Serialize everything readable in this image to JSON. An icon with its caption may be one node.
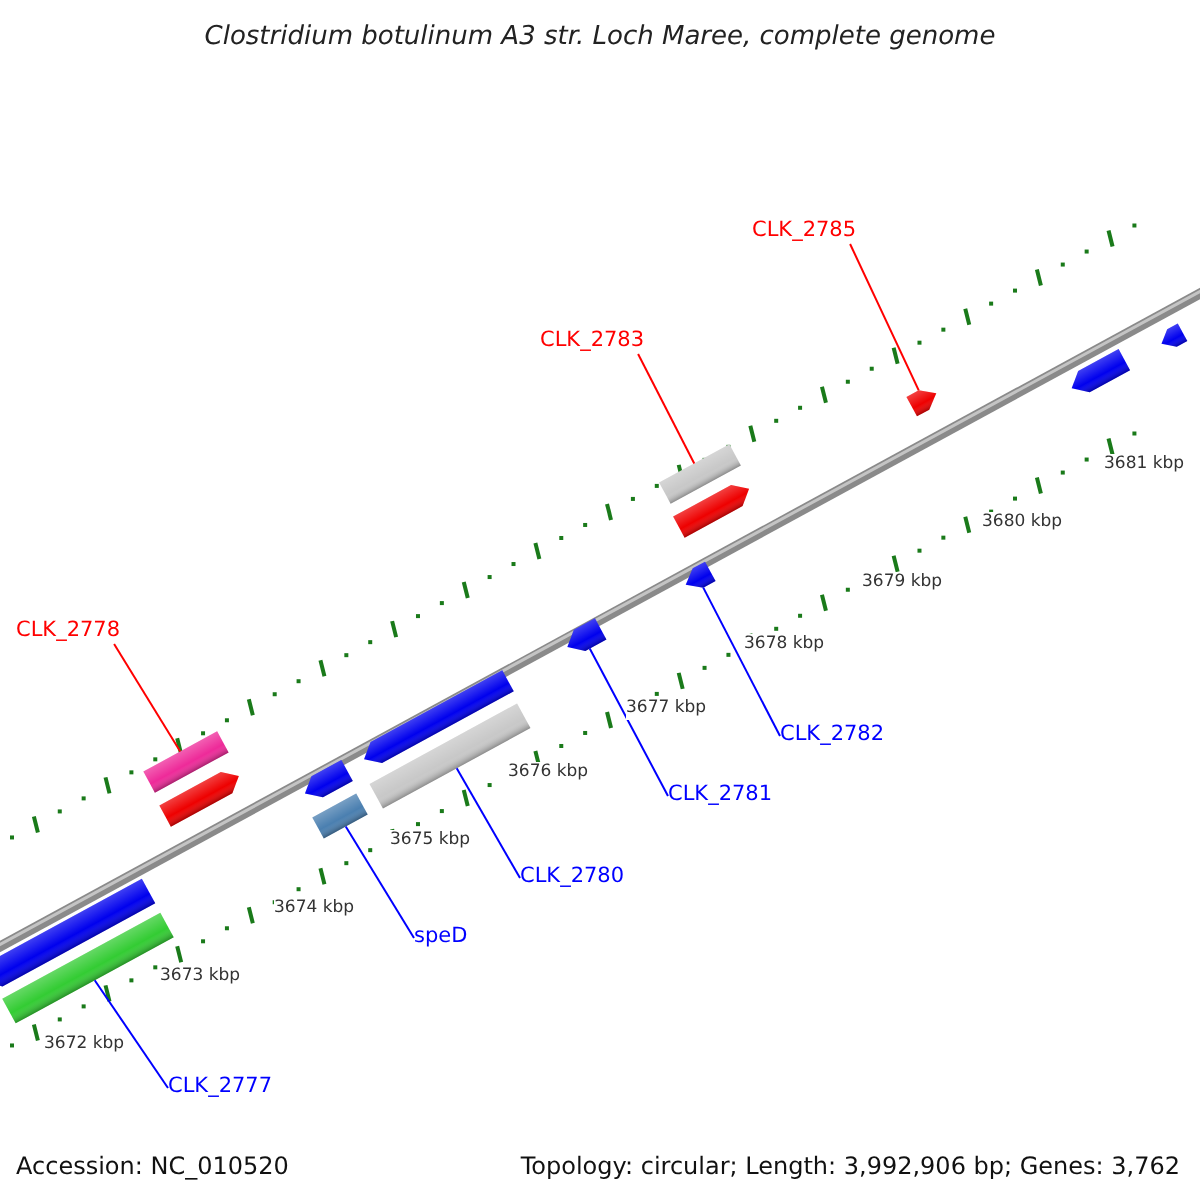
{
  "diagram": {
    "title": "Clostridium botulinum A3 str. Loch Maree, complete genome",
    "nodes": [
      {
        "text": [
          "CLK_2785"
        ]
      },
      {
        "text": [
          "CLK_2783"
        ]
      },
      {
        "text": [
          "CLK_2778"
        ]
      },
      {
        "text": [
          "CLK_2782"
        ]
      },
      {
        "text": [
          "CLK_2781"
        ]
      },
      {
        "text": [
          "CLK_2780"
        ]
      },
      {
        "text": [
          "speD"
        ]
      },
      {
        "text": [
          "CLK_2777"
        ]
      },
      {
        "text": [],
        "shape": "bar"
      },
      {
        "text": [],
        "shape": "bar"
      },
      {
        "text": [],
        "shape": "bar"
      },
      {
        "text": [],
        "shape": "bar"
      },
      {
        "text": [],
        "shape": "arrow"
      },
      {
        "text": [],
        "shape": "arrow"
      },
      {
        "text": [],
        "shape": "bar"
      },
      {
        "text": [],
        "shape": "arrow"
      }
    ],
    "edges": [
      {
        "from": 0,
        "to": 15,
        "arrow": "none",
        "color": "#ff0000"
      },
      {
        "from": 1,
        "to": 14,
        "arrow": "none",
        "color": "#ff0000"
      },
      {
        "from": 2,
        "to": 9,
        "arrow": "none",
        "color": "#ff0000"
      },
      {
        "from": 3,
        "to": 13,
        "arrow": "none"
      },
      {
        "from": 4,
        "to": 12,
        "arrow": "none"
      },
      {
        "from": 5,
        "to": 11,
        "arrow": "none"
      },
      {
        "from": 6,
        "to": 10,
        "arrow": "none"
      },
      {
        "from": 7,
        "to": 8,
        "arrow": "none"
      }
    ],
    "labels": [
      "3672 kbp",
      "3673 kbp",
      "3674 kbp",
      "3675 kbp",
      "3676 kbp",
      "3677 kbp",
      "3678 kbp",
      "3679 kbp",
      "3680 kbp",
      "3681 kbp",
      "Accession: NC_010520",
      "Topology: circular; Length: 3,992,906 bp; Genes: 3,762"
    ]
  }
}
